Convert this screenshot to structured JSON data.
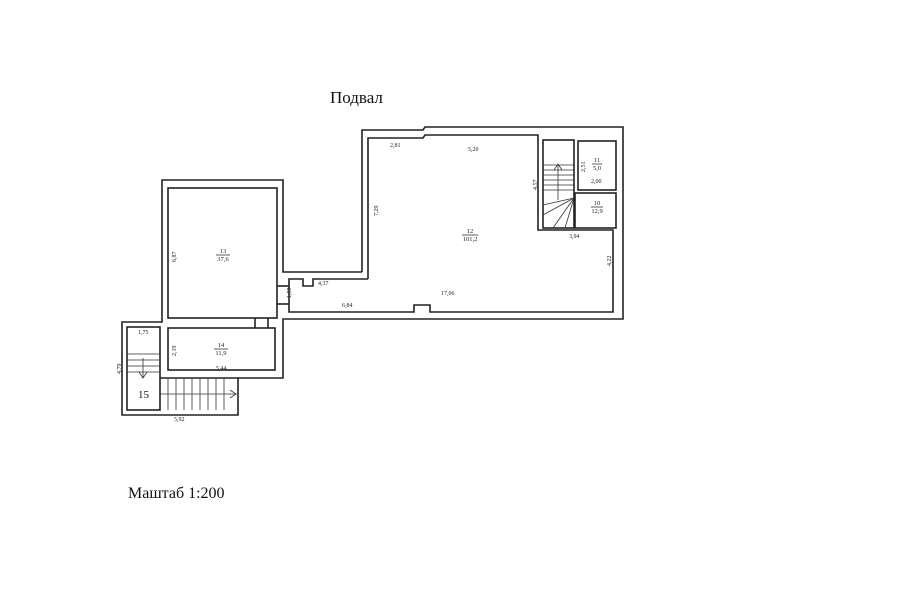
{
  "title": "Подвал",
  "scale": "Маштаб 1:200",
  "rooms": [
    {
      "number": "10",
      "area": "12,9"
    },
    {
      "number": "11",
      "area": "5,0"
    },
    {
      "number": "12",
      "area": "101,2"
    },
    {
      "number": "13",
      "area": "37,6"
    },
    {
      "number": "14",
      "area": "11,9"
    },
    {
      "number": "15"
    }
  ],
  "dimensions": [
    "2,81",
    "5,20",
    "7,29",
    "4,57",
    "2,51",
    "2,00",
    "3,94",
    "4,22",
    "17,06",
    "6,84",
    "4,37",
    "1,59",
    "6,87",
    "1,75",
    "2,19",
    "5,44",
    "4,79",
    "5,92"
  ]
}
